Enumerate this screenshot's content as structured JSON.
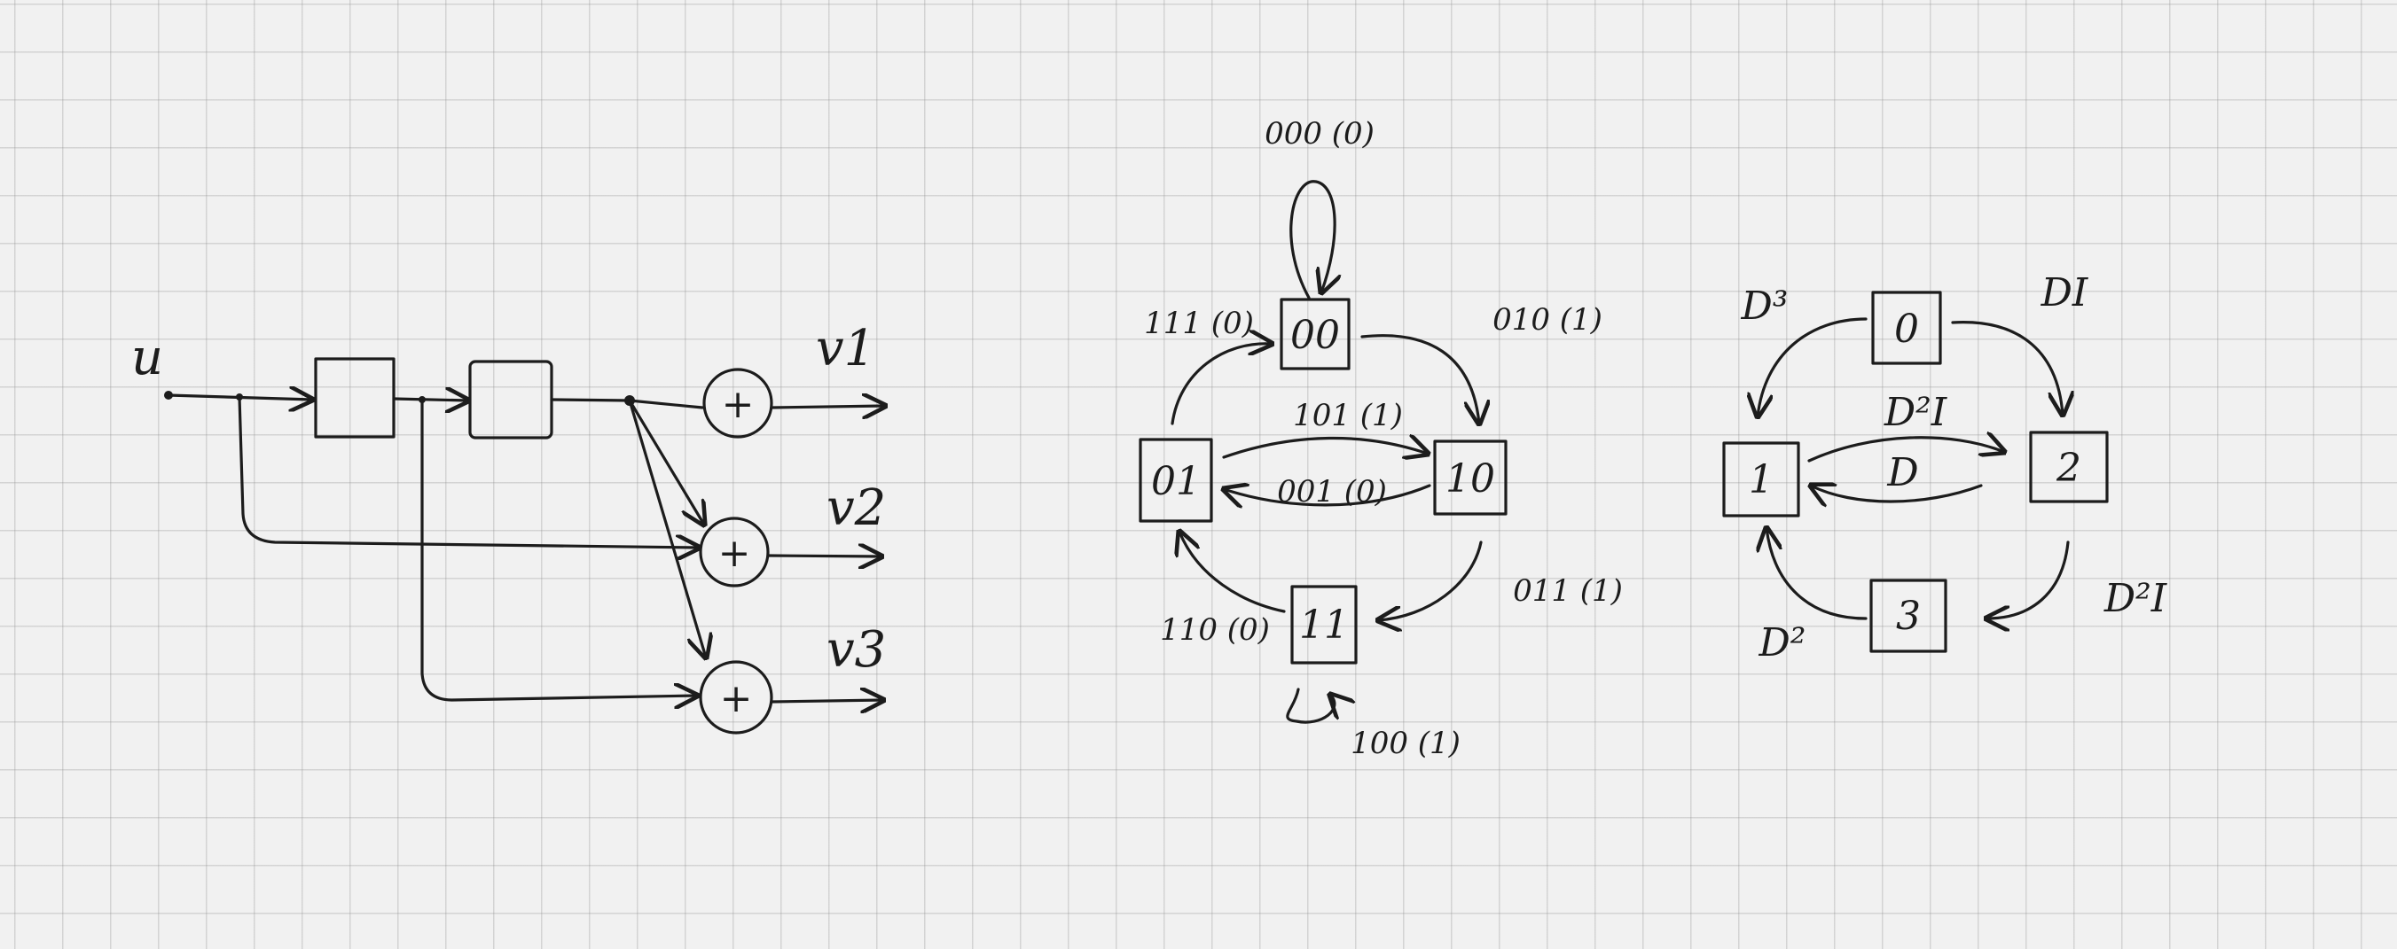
{
  "encoder": {
    "input": "u",
    "outputs": [
      "v1",
      "v2",
      "v3"
    ],
    "plus_symbol": "+"
  },
  "state_diagram": {
    "states": [
      "00",
      "01",
      "10",
      "11"
    ],
    "transitions": [
      {
        "label": "000 (0)"
      },
      {
        "label": "010 (1)"
      },
      {
        "label": "111 (0)"
      },
      {
        "label": "101 (1)"
      },
      {
        "label": "001 (0)"
      },
      {
        "label": "011 (1)"
      },
      {
        "label": "110 (0)"
      },
      {
        "label": "100 (1)"
      }
    ]
  },
  "gain_diagram": {
    "states": [
      "0",
      "1",
      "2",
      "3"
    ],
    "gains": [
      "D³",
      "DI",
      "D²I",
      "D",
      "D²I",
      "D²"
    ]
  },
  "colors": {
    "ink": "#1c1c1c",
    "paper": "#f1f1f1",
    "grid": "#969696"
  }
}
